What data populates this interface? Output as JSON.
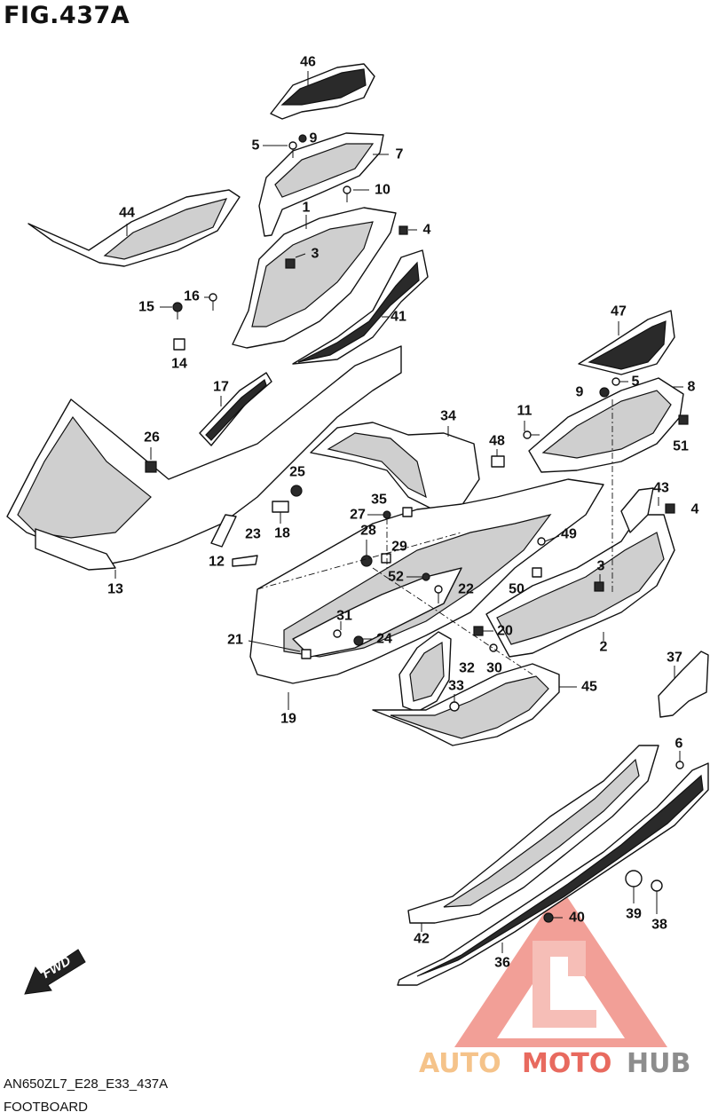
{
  "figure": {
    "title": "FIG.437A",
    "model_code": "AN650ZL7_E28_E33_437A",
    "group_name": "FOOTBOARD"
  },
  "fwd_arrow": {
    "label": "FWD"
  },
  "watermark": {
    "brand_part1": "AUTO",
    "brand_part2": "MOTO",
    "brand_part3": "HUB",
    "colors": {
      "auto": "#f5c38a",
      "moto": "#e86a5f",
      "hub": "#8d8d8d"
    }
  },
  "callouts": [
    {
      "id": "c46",
      "label": "46"
    },
    {
      "id": "c5a",
      "label": "5"
    },
    {
      "id": "c9a",
      "label": "9"
    },
    {
      "id": "c7",
      "label": "7"
    },
    {
      "id": "c10",
      "label": "10"
    },
    {
      "id": "c44",
      "label": "44"
    },
    {
      "id": "c1",
      "label": "1"
    },
    {
      "id": "c4a",
      "label": "4"
    },
    {
      "id": "c3a",
      "label": "3"
    },
    {
      "id": "c15",
      "label": "15"
    },
    {
      "id": "c16",
      "label": "16"
    },
    {
      "id": "c41",
      "label": "41"
    },
    {
      "id": "c14",
      "label": "14"
    },
    {
      "id": "c47",
      "label": "47"
    },
    {
      "id": "c9b",
      "label": "9"
    },
    {
      "id": "c5b",
      "label": "5"
    },
    {
      "id": "c8",
      "label": "8"
    },
    {
      "id": "c17",
      "label": "17"
    },
    {
      "id": "c26",
      "label": "26"
    },
    {
      "id": "c34",
      "label": "34"
    },
    {
      "id": "c11",
      "label": "11"
    },
    {
      "id": "c48",
      "label": "48"
    },
    {
      "id": "c51",
      "label": "51"
    },
    {
      "id": "c25",
      "label": "25"
    },
    {
      "id": "c43",
      "label": "43"
    },
    {
      "id": "c35",
      "label": "35"
    },
    {
      "id": "c4b",
      "label": "4"
    },
    {
      "id": "c27",
      "label": "27"
    },
    {
      "id": "c18",
      "label": "18"
    },
    {
      "id": "c23",
      "label": "23"
    },
    {
      "id": "c28",
      "label": "28"
    },
    {
      "id": "c29",
      "label": "29"
    },
    {
      "id": "c49",
      "label": "49"
    },
    {
      "id": "c12",
      "label": "12"
    },
    {
      "id": "c13",
      "label": "13"
    },
    {
      "id": "c3b",
      "label": "3"
    },
    {
      "id": "c52",
      "label": "52"
    },
    {
      "id": "c22",
      "label": "22"
    },
    {
      "id": "c50",
      "label": "50"
    },
    {
      "id": "c31",
      "label": "31"
    },
    {
      "id": "c20",
      "label": "20"
    },
    {
      "id": "c21",
      "label": "21"
    },
    {
      "id": "c24",
      "label": "24"
    },
    {
      "id": "c2",
      "label": "2"
    },
    {
      "id": "c32",
      "label": "32"
    },
    {
      "id": "c30",
      "label": "30"
    },
    {
      "id": "c37",
      "label": "37"
    },
    {
      "id": "c33",
      "label": "33"
    },
    {
      "id": "c45",
      "label": "45"
    },
    {
      "id": "c19",
      "label": "19"
    },
    {
      "id": "c6",
      "label": "6"
    },
    {
      "id": "c40",
      "label": "40"
    },
    {
      "id": "c39",
      "label": "39"
    },
    {
      "id": "c38",
      "label": "38"
    },
    {
      "id": "c42",
      "label": "42"
    },
    {
      "id": "c36",
      "label": "36"
    }
  ]
}
